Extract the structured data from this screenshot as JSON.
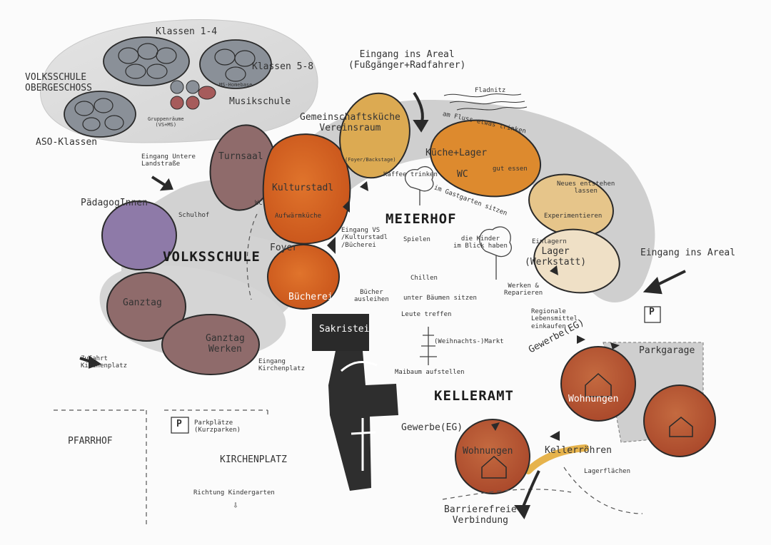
{
  "labels": {
    "klassen_1_4": "Klassen 1-4",
    "klassen_5_8": "Klassen 5-8",
    "volksschule_og": "VOLKSSCHULE\nOBERGESCHOSS",
    "ms_homebase": "MS-Homebase",
    "musikschule": "Musikschule",
    "gruppenraeume": "Gruppenräume\n(VS+MS)",
    "aso_klassen": "ASO-Klassen",
    "eingang_areal_top": "Eingang ins Areal\n(Fußgänger+Radfahrer)",
    "fladnitz": "Fladnitz",
    "am_fluss": "am Fluss etwas trinken",
    "gemeinschaftskueche": "Gemeinschaftsküche\nVereinsraum",
    "foyer_backstage": "(Foyer/Backstage)",
    "kueche_lager": "Küche+Lager",
    "wc_1": "WC",
    "gut_essen": "gut essen",
    "kaffee_trinken": "Kaffee trinken",
    "im_gastgarten": "im Gastgarten sitzen",
    "neues_entstehen": "Neues entstehen\nlassen",
    "experimentieren": "Experimentieren",
    "einlagern": "Einlagern",
    "lager_werkstatt": "Lager\n(Werkstatt)",
    "eingang_areal_right": "Eingang ins Areal",
    "eingang_untere": "Eingang Untere\nLandstraße",
    "turnsaal": "Turnsaal",
    "kulturstadl": "Kulturstadl",
    "aufwaermkueche": "Aufwärmküche",
    "wc_2": "WC",
    "paedagoginnen": "PädagogInnen",
    "schulhof": "Schulhof",
    "volksschule": "VOLKSSCHULE",
    "foyer": "Foyer",
    "buecherei": "Bücherei",
    "eingang_vs": "Eingang VS\n/Kulturstadl\n/Bücherei",
    "meierhof": "MEIERHOF",
    "spielen": "Spielen",
    "die_kinder": "die Kinder\nim Blick haben",
    "chillen": "Chillen",
    "werken_reparieren": "Werken &\nReparieren",
    "unter_baeumen": "unter Bäumen sitzen",
    "buecher_ausleihen": "Bücher\nausleihen",
    "leute_treffen": "Leute treffen",
    "regionale_lebensmittel": "Regionale\nLebensmittel\neinkaufen",
    "ganztag": "Ganztag",
    "ganztag_werken": "Ganztag\nWerken",
    "sakristei": "Sakristei",
    "weihnachtsmarkt": "(Weihnachts-)Markt",
    "gewerbe_eg_1": "Gewerbe(EG)",
    "parkgarage": "Parkgarage",
    "zufahrt_kirchenplatz": "Zufahrt\nKirchenplatz",
    "eingang_kirchenplatz": "Eingang\nKirchenplatz",
    "maibaum": "Maibaum aufstellen",
    "kelleramt": "KELLERAMT",
    "wohnungen_1": "Wohnungen",
    "pfarrhof": "PFARRHOF",
    "parkplaetze": "Parkplätze\n(Kurzparken)",
    "gewerbe_eg_2": "Gewerbe(EG)",
    "wohnungen_2": "Wohnungen",
    "kellerroehren": "Kellerröhren",
    "kirchenplatz": "KIRCHENPLATZ",
    "lagerflaechen": "Lagerflächen",
    "richtung_kindergarten": "Richtung Kindergarten",
    "barrierefreie": "Barrierefreie\nVerbindung",
    "parking_sign": "P"
  },
  "colors": {
    "orange_dark": "#d2611f",
    "orange_mid": "#dd8a2e",
    "ochre": "#dcaa52",
    "sand": "#e6c58a",
    "cream": "#efe0c6",
    "mauve": "#8f6b6b",
    "purple": "#8e7aa8",
    "brick": "#b5532f",
    "path_gray": "#cfcfcf",
    "slate": "#8a9098",
    "black": "#2a2a2a"
  },
  "icons": [
    "arrow-icon",
    "house-icon",
    "tree-icon",
    "cross-icon",
    "parking-icon",
    "people-icon",
    "table-icon",
    "pot-icon",
    "cup-icon",
    "bench-icon",
    "tools-icon",
    "book-icon",
    "lift-icon"
  ]
}
